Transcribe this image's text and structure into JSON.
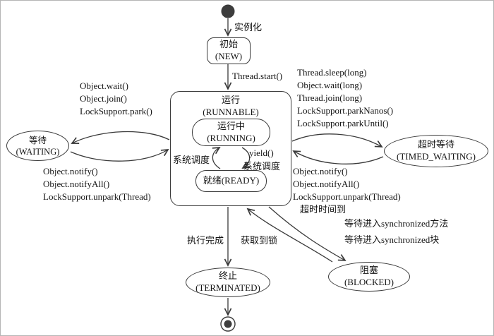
{
  "states": {
    "new": {
      "line1": "初始",
      "line2": "(NEW)"
    },
    "runnable": {
      "line1": "运行",
      "line2": "(RUNNABLE)"
    },
    "running": {
      "line1": "运行中",
      "line2": "(RUNNING)"
    },
    "ready": {
      "line1": "就绪(READY)"
    },
    "waiting": {
      "line1": "等待",
      "line2": "(WAITING)"
    },
    "timed_waiting": {
      "line1": "超时等待",
      "line2": "(TIMED_WAITING)"
    },
    "terminated": {
      "line1": "终止",
      "line2": "(TERMINATED)"
    },
    "blocked": {
      "line1": "阻塞",
      "line2": "(BLOCKED)"
    }
  },
  "transitions": {
    "instantiate": "实例化",
    "thread_start": "Thread.start()",
    "runnable_to_waiting": [
      "Object.wait()",
      "Object.join()",
      "LockSupport.park()"
    ],
    "waiting_to_runnable": [
      "Object.notify()",
      "Object.notifyAll()",
      "LockSupport.unpark(Thread)"
    ],
    "runnable_to_timed_waiting": [
      "Thread.sleep(long)",
      "Object.wait(long)",
      "Thread.join(long)",
      "LockSupport.parkNanos()",
      "LockSupport.parkUntil()"
    ],
    "timed_waiting_to_runnable": [
      "Object.notify()",
      "Object.notifyAll()",
      "LockSupport.unpark(Thread)",
      "超时时间到"
    ],
    "system_schedule_left": "系统调度",
    "yield_call": "yield()",
    "system_schedule_right": "系统调度",
    "run_complete": "执行完成",
    "acquire_lock": "获取到锁",
    "runnable_to_blocked": [
      "等待进入synchronized方法",
      "等待进入synchronized块"
    ]
  },
  "colors": {
    "stroke": "#3a3a3a",
    "text": "#141414",
    "background": "#ffffff",
    "start_fill": "#3d3d3d"
  }
}
